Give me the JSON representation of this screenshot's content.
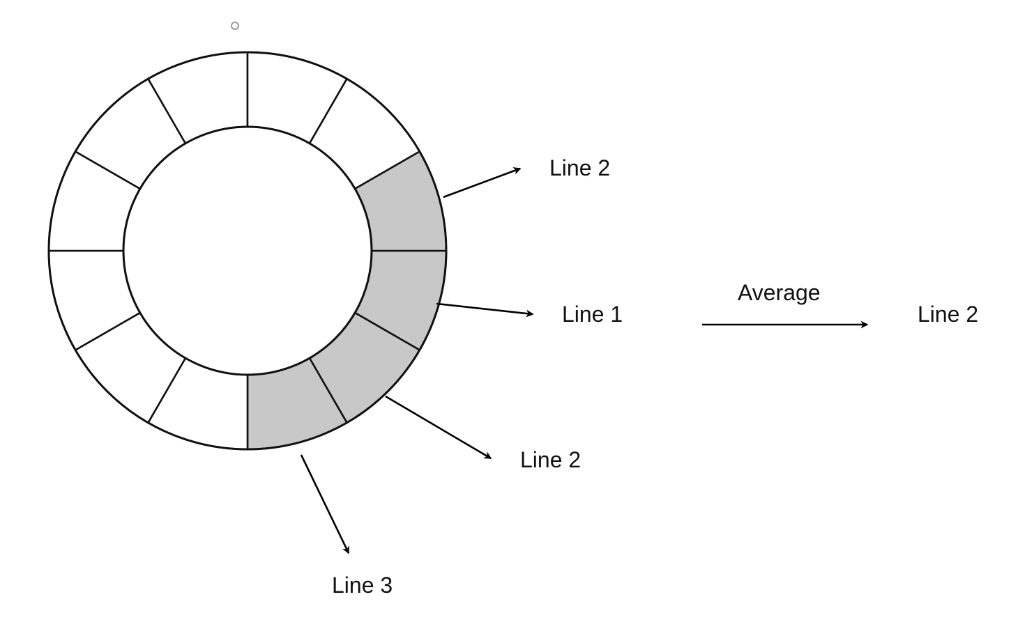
{
  "diagram": {
    "ring_segment_count": 12,
    "highlighted_segments": 4,
    "colors": {
      "stroke": "#111111",
      "highlight": "#c8c8c8",
      "segment": "#ffffff",
      "marker": "#999999"
    },
    "labels": {
      "upper_right": "Line 2",
      "right": "Line 1",
      "lower_right": "Line 2",
      "bottom": "Line 3",
      "operation": "Average",
      "result": "Line 2"
    }
  }
}
